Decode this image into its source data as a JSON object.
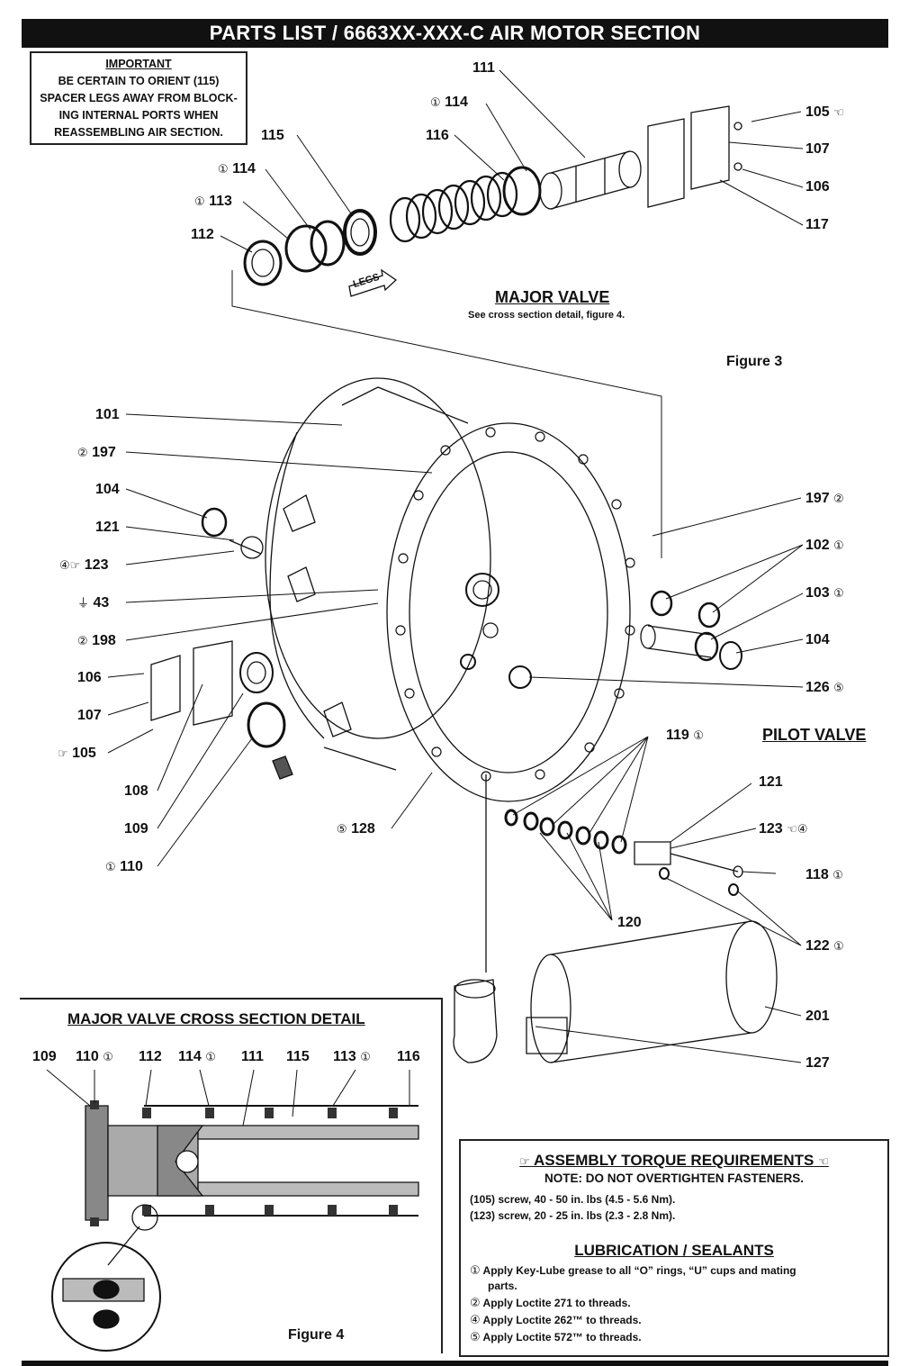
{
  "title": "PARTS LIST / 6663XX-XXX-C AIR MOTOR SECTION",
  "important": {
    "heading": "IMPORTANT",
    "lines": [
      "BE CERTAIN TO ORIENT (115)",
      "SPACER LEGS AWAY FROM BLOCK-",
      "ING INTERNAL PORTS WHEN",
      "REASSEMBLING AIR SECTION."
    ]
  },
  "major_valve": {
    "title": "MAJOR VALVE",
    "note": "See cross section detail, figure 4.",
    "legs": "LEGS"
  },
  "figure3": "Figure 3",
  "figure4": "Figure 4",
  "pilot_valve": "PILOT VALVE",
  "cross_section_title": "MAJOR VALVE CROSS SECTION DETAIL",
  "symbols": {
    "c1": "①",
    "c2": "②",
    "c4": "④",
    "c5": "⑤",
    "ground": "⏚",
    "hand_r": "☞",
    "hand_l": "☜"
  },
  "callouts": {
    "p111": "111",
    "p114a": "114",
    "p116": "116",
    "p105a": "105",
    "p107a": "107",
    "p106a": "106",
    "p117": "117",
    "p115": "115",
    "p114b": "114",
    "p113": "113",
    "p112": "112",
    "p101": "101",
    "p197a": "197",
    "p104a": "104",
    "p121a": "121",
    "p123a": "123",
    "p43": "43",
    "p198": "198",
    "p106b": "106",
    "p107b": "107",
    "p105b": "105",
    "p108": "108",
    "p109": "109",
    "p110": "110",
    "p128": "128",
    "p197b": "197",
    "p102": "102",
    "p103": "103",
    "p104b": "104",
    "p126": "126",
    "p119": "119",
    "p121b": "121",
    "p123b": "123",
    "p118": "118",
    "p120": "120",
    "p122": "122",
    "p201": "201",
    "p127": "127"
  },
  "cross_labels": [
    "109",
    "110",
    "112",
    "114",
    "111",
    "115",
    "113",
    "116"
  ],
  "torque": {
    "title": "ASSEMBLY TORQUE REQUIREMENTS",
    "note": "NOTE: DO NOT OVERTIGHTEN FASTENERS.",
    "lines": [
      "(105) screw, 40 - 50 in. lbs (4.5 - 5.6 Nm).",
      "(123) screw, 20 - 25 in. lbs (2.3 - 2.8 Nm)."
    ]
  },
  "lube": {
    "title": "LUBRICATION / SEALANTS",
    "l1": "Apply Key-Lube grease to all “O” rings, “U” cups and mating",
    "l1b": "parts.",
    "l2": "Apply Loctite 271 to threads.",
    "l3": "Apply Loctite 262™ to threads.",
    "l4": "Apply Loctite 572™ to threads."
  }
}
